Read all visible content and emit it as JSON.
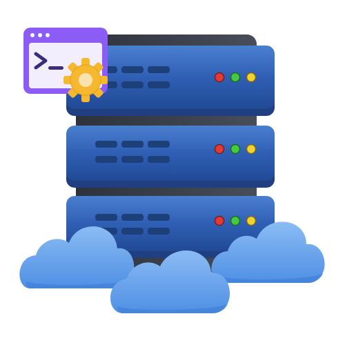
{
  "illustration": {
    "icon_names": [
      "terminal-window-icon",
      "gear-icon",
      "server-rack-icon",
      "cloud-icon"
    ],
    "server": {
      "unit_count": 3,
      "status_lights": [
        "red",
        "green",
        "yellow"
      ]
    },
    "terminal": {
      "window_dots": 3,
      "prompt_glyph": "chevron-underscore"
    },
    "clouds": {
      "count": 3
    },
    "colors": {
      "background": "#ffffff",
      "server_blue": "#2f5fb4",
      "server_blue_light": "#4a7fd0",
      "server_blue_dark": "#1f3f80",
      "server_back": "#3a3f4a",
      "slot_dark": "#1d3f7a",
      "light_red": "#e53935",
      "light_green": "#43c943",
      "light_yellow": "#f2d230",
      "terminal_frame": "#8b5cf6",
      "terminal_body": "#f3eefe",
      "terminal_glyph": "#3b2d7a",
      "gear": "#f5b82e",
      "gear_center": "#fbe3b0",
      "cloud": "#5b9ae8",
      "cloud_light": "#8bbcf4"
    }
  }
}
